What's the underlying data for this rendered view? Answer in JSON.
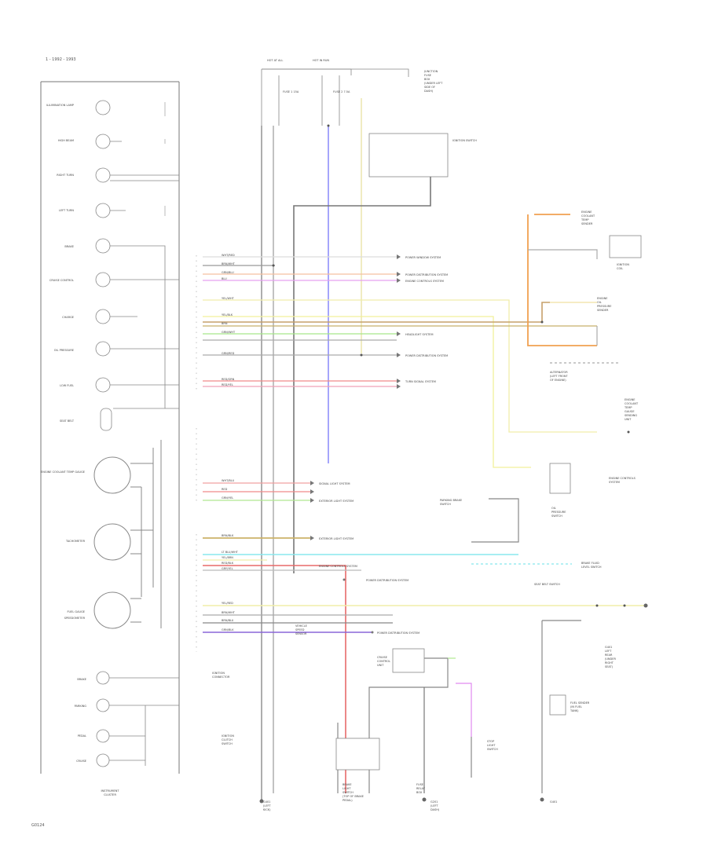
{
  "header": {
    "tag": "1 - 1992 - 1993"
  },
  "footer": {
    "code": "G0124"
  },
  "top_power": {
    "left_label": "HOT AT ALL",
    "right_label": "HOT IN RUN",
    "left_fuse": "FUSE 1 15A",
    "right_fuse": "FUSE 2 7.5A",
    "junction_fuse": [
      "JUNCTION",
      "FUSE",
      "BOX",
      "(UNDER LEFT",
      "SIDE OF",
      "DASH)"
    ],
    "ignition_switch": "IGNITION SWITCH"
  },
  "gauge_labels": {
    "illumination": "ILLUMINATION LAMP",
    "high_beam": "HIGH BEAM",
    "right_turn": "RIGHT TURN",
    "left_turn": "LEFT TURN",
    "brake": "BRAKE",
    "cruise": "CRUISE CONTROL",
    "charge": "CHARGE",
    "oil": "OIL PRESSURE",
    "low_fuel": "LOW FUEL",
    "seat_belt": "SEAT BELT",
    "tachometer": "TACHOMETER",
    "speedometer": "SPEEDOMETER",
    "fuel_gauge": "FUEL GAUGE",
    "temp_gauge": "ENGINE COOLANT TEMP GAUGE",
    "cluster": [
      "INSTRUMENT",
      "CLUSTER"
    ],
    "b1": "BRAKE",
    "b2": "PARKING",
    "b3": "PEDAL",
    "b4": "CRUISE"
  },
  "wires": {
    "w1": "WHT/RED",
    "w2": "BRN/WHT",
    "w3": "GRN/BLU",
    "w4": "BLU",
    "w5": "YEL/WHT",
    "w6": "YEL/BLK",
    "w7": "BRN",
    "w8": "GRN/WHT",
    "w9": "GRN/RED",
    "w10": "RED/GRN",
    "w11": "RED/YEL",
    "w12": "WHT/BLU",
    "w13": "RED",
    "w14": "GRN/YEL",
    "w15": "BRN/BLK",
    "w16": "LT BLU/WHT",
    "w17": "YEL/BRN",
    "w18": "RED/BLK",
    "w19": "GRY/YEL",
    "w20": "YEL/RED",
    "w21": "BRN/WHT",
    "w22": "BRN/BLU",
    "w23": "GRN/BLK"
  },
  "destinations": {
    "d1": "POWER WINDOW SYSTEM",
    "d2": "POWER DISTRIBUTION SYSTEM",
    "d3": "ENGINE CONTROLS SYSTEM",
    "d4": "HEADLIGHT SYSTEM",
    "d5": "POWER DISTRIBUTION SYSTEM",
    "d6": "TURN SIGNAL SYSTEM",
    "d7": "SIGNAL LIGHT SYSTEM",
    "d8": "EXTERIOR LIGHT SYSTEM",
    "d9": "EXTERIOR LIGHT SYSTEM",
    "d10": "ENGINE CONTROLS SYSTEM",
    "d11": "POWER DISTRIBUTION SYSTEM",
    "d12": "POWER DISTRIBUTION SYSTEM"
  },
  "right_components": {
    "engine_coolant_sender": [
      "ENGINE",
      "COOLANT",
      "TEMP",
      "SENDER"
    ],
    "ignition_coil": [
      "IGNITION",
      "COIL"
    ],
    "engine_oil_sender": [
      "ENGINE",
      "OIL",
      "PRESSURE",
      "SENDER"
    ],
    "engine_controls": [
      "ENGINE CONTROLS",
      "SYSTEM"
    ],
    "alternator": [
      "ALTERNATOR",
      "(LEFT FRONT",
      "OF ENGINE)"
    ],
    "thermo": [
      "ENGINE",
      "COOLANT",
      "TEMP",
      "GAUGE",
      "SENDING",
      "UNIT"
    ],
    "oil_pressure": [
      "OIL",
      "PRESSURE",
      "SWITCH"
    ],
    "parking_brake": [
      "PARKING BRAKE",
      "SWITCH"
    ],
    "brake_fluid": [
      "BRAKE FLUID",
      "LEVEL SWITCH"
    ],
    "seat_belt_switch": "SEAT BELT SWITCH",
    "fuel_sender": [
      "FUEL SENDER",
      "(IN FUEL",
      "TANK)"
    ],
    "right_ground": [
      "G401",
      "LEFT",
      "REAR",
      "(UNDER",
      "RIGHT",
      "SEAT)"
    ]
  },
  "bottom": {
    "clutch_switch": [
      "IGNITION",
      "CLUTCH",
      "SWITCH"
    ],
    "brake_light": [
      "BRAKE",
      "LIGHT",
      "SWITCH",
      "(TOP OF BRAKE",
      "PEDAL)"
    ],
    "stop": [
      "STOP",
      "LIGHT",
      "SWITCH"
    ],
    "g1": [
      "G401",
      "(LEFT",
      "KICK)"
    ],
    "g2": [
      "G201",
      "(LEFT",
      "DASH)"
    ],
    "g3": [
      "G401"
    ],
    "relay": [
      "CRUISE",
      "CONTROL",
      "UNIT"
    ],
    "cruise_box": "CRUISE CONTROL UNIT",
    "combined": [
      "IGNITION",
      "CONNECTOR"
    ],
    "fuse_note": [
      "FUSE",
      "RELAY",
      "BOX"
    ],
    "speed_sensor": [
      "VEHICLE",
      "SPEED",
      "SENSOR"
    ]
  }
}
